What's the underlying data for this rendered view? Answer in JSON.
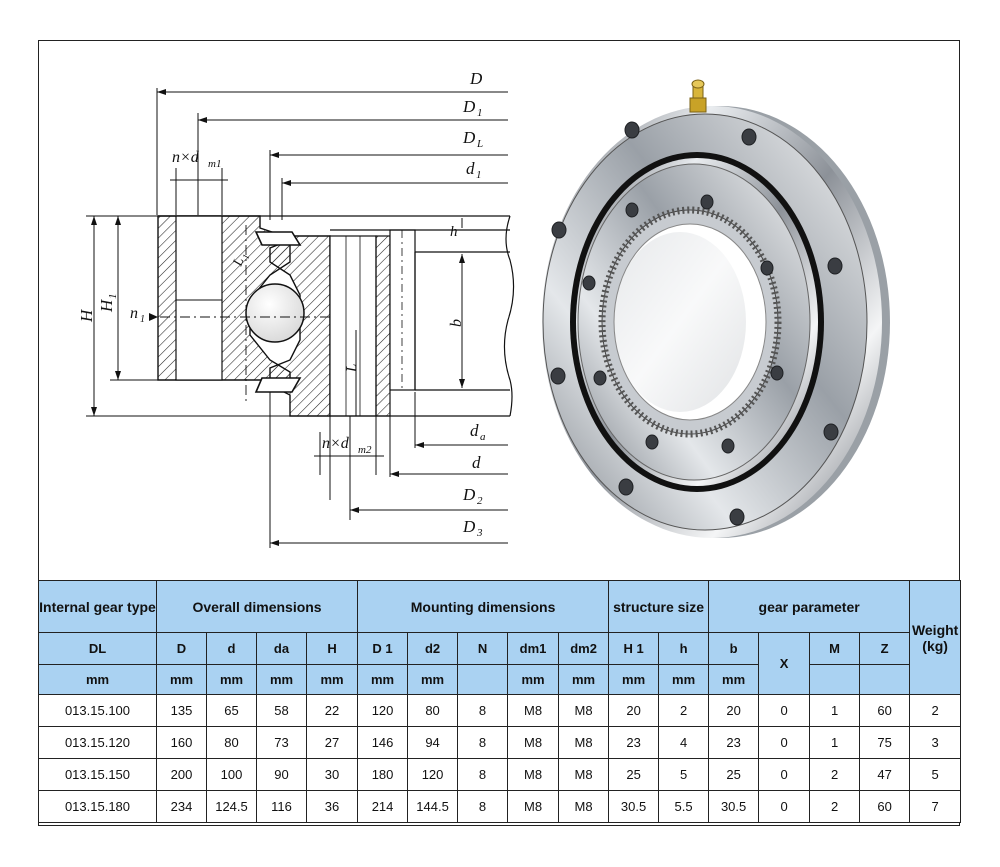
{
  "drawing": {
    "labels": {
      "D": "D",
      "D1": "D",
      "D1_sub": "1",
      "DL": "D",
      "DL_sub": "L",
      "d1": "d",
      "d1_sub": "1",
      "n_dm1": "n×d",
      "n_dm1_sub": "m1",
      "h": "h",
      "b": "b",
      "H": "H",
      "H1": "H",
      "H1_sub": "1",
      "n1": "n",
      "n1_sub": "1",
      "L1": "L",
      "L1_sub": "1",
      "L": "L",
      "n_dm2": "n×d",
      "n_dm2_sub": "m2",
      "da": "d",
      "da_sub": "a",
      "d": "d",
      "D2": "D",
      "D2_sub": "2",
      "D3": "D",
      "D3_sub": "3"
    },
    "colors": {
      "line": "#111111",
      "hatch": "#222222",
      "metal_light": "#eef0f2",
      "metal_dark": "#6b7078",
      "seal": "#111111",
      "fitting": "#c9a227"
    }
  },
  "table": {
    "header1": {
      "type": "Internal gear type",
      "overall": "Overall dimensions",
      "mounting": "Mounting dimensions",
      "structure": "structure size",
      "gear": "gear parameter",
      "weight": "Weight (kg)"
    },
    "header2": [
      "DL",
      "D",
      "d",
      "da",
      "H",
      "D 1",
      "d2",
      "N",
      "dm1",
      "dm2",
      "H 1",
      "h",
      "b",
      "X",
      "M",
      "Z"
    ],
    "units": [
      "mm",
      "mm",
      "mm",
      "mm",
      "mm",
      "mm",
      "mm",
      "",
      "mm",
      "mm",
      "mm",
      "mm",
      "mm",
      "",
      ""
    ],
    "rows": [
      [
        "013.15.100",
        "135",
        "65",
        "58",
        "22",
        "120",
        "80",
        "8",
        "M8",
        "M8",
        "20",
        "2",
        "20",
        "0",
        "1",
        "60",
        "2"
      ],
      [
        "013.15.120",
        "160",
        "80",
        "73",
        "27",
        "146",
        "94",
        "8",
        "M8",
        "M8",
        "23",
        "4",
        "23",
        "0",
        "1",
        "75",
        "3"
      ],
      [
        "013.15.150",
        "200",
        "100",
        "90",
        "30",
        "180",
        "120",
        "8",
        "M8",
        "M8",
        "25",
        "5",
        "25",
        "0",
        "2",
        "47",
        "5"
      ],
      [
        "013.15.180",
        "234",
        "124.5",
        "116",
        "36",
        "214",
        "144.5",
        "8",
        "M8",
        "M8",
        "30.5",
        "5.5",
        "30.5",
        "0",
        "2",
        "60",
        "7"
      ]
    ],
    "header_color": "#aad2f2"
  }
}
